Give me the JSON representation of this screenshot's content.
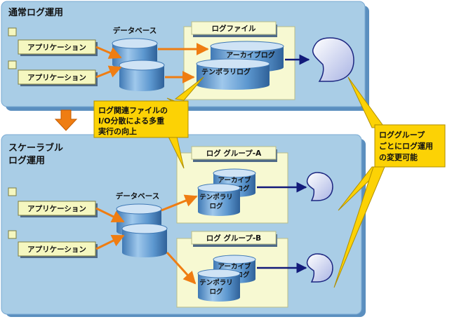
{
  "top_panel": {
    "title": "通常ログ運用",
    "apps": [
      "アプリケーション",
      "アプリケーション"
    ],
    "db_label": "データベース",
    "log_file_title": "ログファイル",
    "archive_label": "アーカイブログ",
    "temporary_label": "テンポラリログ"
  },
  "bottom_panel": {
    "title_line1": "スケーラブル",
    "title_line2": "ログ運用",
    "apps": [
      "アプリケーション",
      "アプリケーション"
    ],
    "db_label": "データベース",
    "groups": [
      {
        "title": "ログ グループ-A",
        "archive_line1": "アーカイブ",
        "archive_line2": "ログ",
        "temporary_line1": "テンポラリ",
        "temporary_line2": "ログ"
      },
      {
        "title": "ログ グループ-B",
        "archive_line1": "アーカイブ",
        "archive_line2": "ログ",
        "temporary_line1": "テンポラリ",
        "temporary_line2": "ログ"
      }
    ]
  },
  "callout_io": {
    "line1": "ログ関連ファイルの",
    "line2": "I/O分散による多重",
    "line3": "実行の向上"
  },
  "callout_ops": {
    "line1": "ロググループ",
    "line2": "ごとにログ運用",
    "line3": "の変更可能"
  },
  "colors": {
    "panel": "#a9cde6",
    "panel_border": "#5b8fbf",
    "logbox": "#f7f9d2",
    "callout": "#fcd205",
    "arrow_orange": "#ef7d12",
    "arrow_navy": "#121a7a",
    "cylinder": "#6ba5d6",
    "bubble": "#cfd6f0"
  },
  "icons": [
    "app-square-icon",
    "database-cylinder-icon",
    "speech-bubble-icon",
    "down-arrow-icon"
  ]
}
